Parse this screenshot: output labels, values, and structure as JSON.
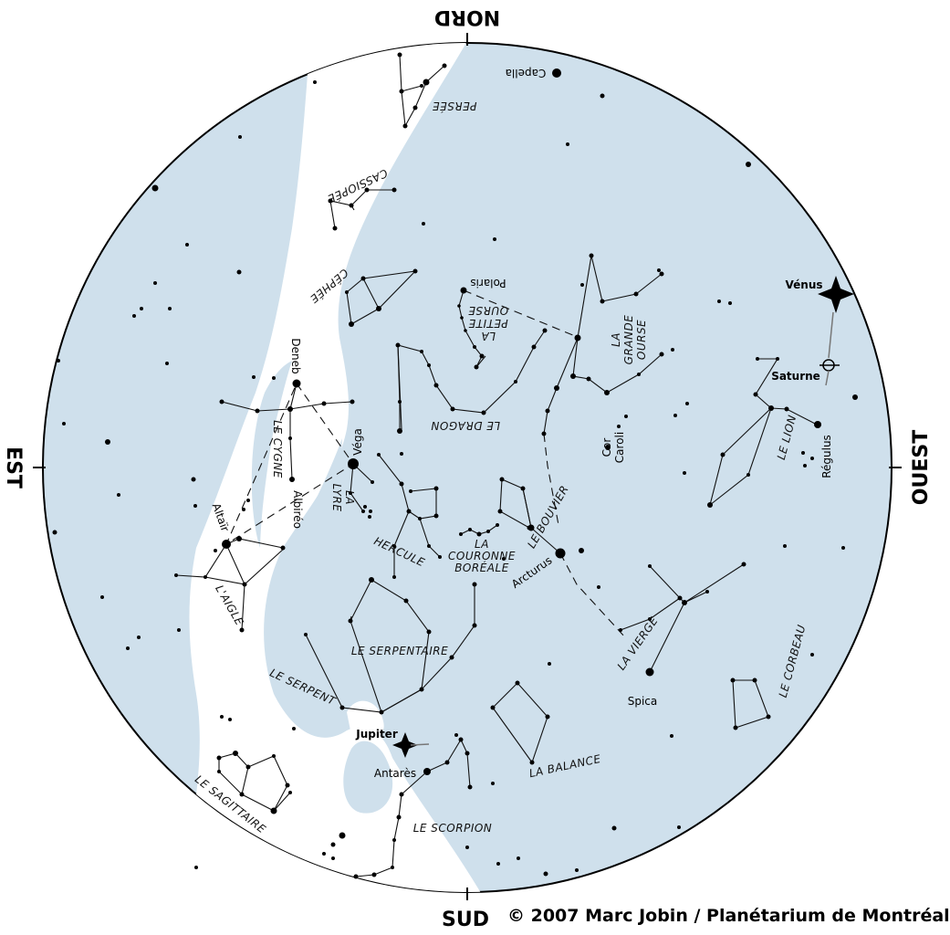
{
  "directions": {
    "north": "NORD",
    "south": "SUD",
    "east": "EST",
    "west": "OUEST"
  },
  "copyright": "© 2007 Marc Jobin / Planétarium de Montréal",
  "colors": {
    "sky": "#cfe0ec",
    "milky_way": "#ffffff",
    "ink": "#111111"
  },
  "constellations": {
    "persee": "PERSÉE",
    "cassiopee": "CASSIOPÉE",
    "cephee": "CÉPHÉE",
    "petite_ourse": [
      "LA",
      "PETITE",
      "OURSE"
    ],
    "grande_ourse": [
      "LA",
      "GRANDE",
      "OURSE"
    ],
    "dragon": "LE DRAGON",
    "cygne": "LE CYGNE",
    "lyre": [
      "LA",
      "LYRE"
    ],
    "hercule": "HERCULE",
    "couronne": [
      "LA",
      "COURONNE",
      "BORÉALE"
    ],
    "bouvier": "LE BOUVIER",
    "lion": "LE LION",
    "aigle": "L'AIGLE",
    "serpentaire": "LE SERPENTAIRE",
    "serpent": "LE SERPENT",
    "vierge": "LA VIERGE",
    "corbeau": "LE CORBEAU",
    "balance": "LA BALANCE",
    "scorpion": "LE SCORPION",
    "sagittaire": "LE SAGITTAIRE"
  },
  "stars": {
    "capella": "Capella",
    "polaris": "Polaris",
    "deneb": "Deneb",
    "vega": "Véga",
    "albireo": "Albiréo",
    "altair": "Altaïr",
    "cor_caroli": [
      "Cor",
      "Caroli"
    ],
    "arcturus": "Arcturus",
    "regulus": "Régulus",
    "spica": "Spica",
    "antares": "Antarès"
  },
  "planets": {
    "venus": "Vénus",
    "saturne": "Saturne",
    "jupiter": "Jupiter"
  }
}
